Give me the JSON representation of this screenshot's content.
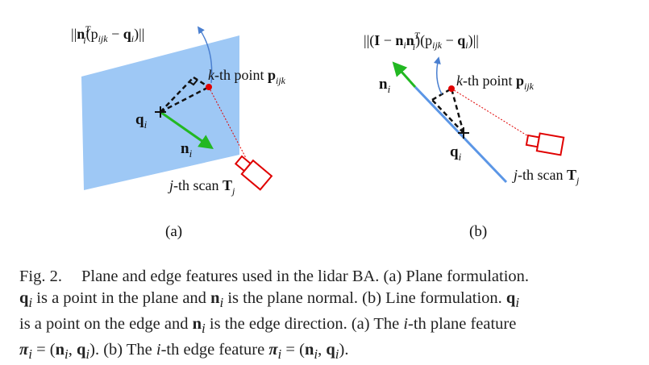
{
  "panel_a": {
    "formula_prefix": "||",
    "formula_n": "n",
    "formula_T": "T",
    "formula_i": "i",
    "formula_p": "(p",
    "formula_ijk": "ijk",
    "formula_minus": " − ",
    "formula_q": "q",
    "formula_tail": ")||",
    "point_k": "k",
    "point_label": "-th point ",
    "point_p": "p",
    "point_ijk": "ijk",
    "q_label": "q",
    "q_sub": "i",
    "n_label": "n",
    "n_sub": "i",
    "scan_j": "j",
    "scan_label": "-th scan ",
    "scan_T": "T",
    "scan_sub": "j",
    "tag": "(a)"
  },
  "panel_b": {
    "formula_a": "||(",
    "formula_I": "I",
    "formula_minus1": " − ",
    "formula_n1": "n",
    "formula_i1": "i",
    "formula_n2": "n",
    "formula_T": "T",
    "formula_i2": "i",
    "formula_p": ")(p",
    "formula_ijk": "ijk",
    "formula_minus2": " − ",
    "formula_q": "q",
    "formula_i3": "i",
    "formula_tail": ")||",
    "n_label": "n",
    "n_sub": "i",
    "point_k": "k",
    "point_label": "-th point ",
    "point_p": "p",
    "point_ijk": "ijk",
    "q_label": "q",
    "q_sub": "i",
    "scan_j": "j",
    "scan_label": "-th scan ",
    "scan_T": "T",
    "scan_sub": "j",
    "tag": "(b)"
  },
  "caption": {
    "fig": "Fig. 2.",
    "s1": "Plane and edge features used in the lidar BA. (a) Plane formulation.",
    "q": "q",
    "i": "i",
    "s2": " is a point in the plane and ",
    "n": "n",
    "s3": " is the plane normal. (b) Line formulation. ",
    "s4": "is a point on the edge and ",
    "s5": " is the edge direction. (a) The ",
    "s6": "-th plane feature",
    "pi": "π",
    "eq": " = (",
    "comma": ", ",
    "close": "). (b) The ",
    "s7": "-th edge feature ",
    "end": ")."
  },
  "colors": {
    "plane_fill": "#9ec8f5",
    "line_blue": "#5b96e6",
    "normal_green": "#22b822",
    "point_red": "#e00000",
    "camera_red": "#e00000",
    "dash_black": "#111111"
  }
}
